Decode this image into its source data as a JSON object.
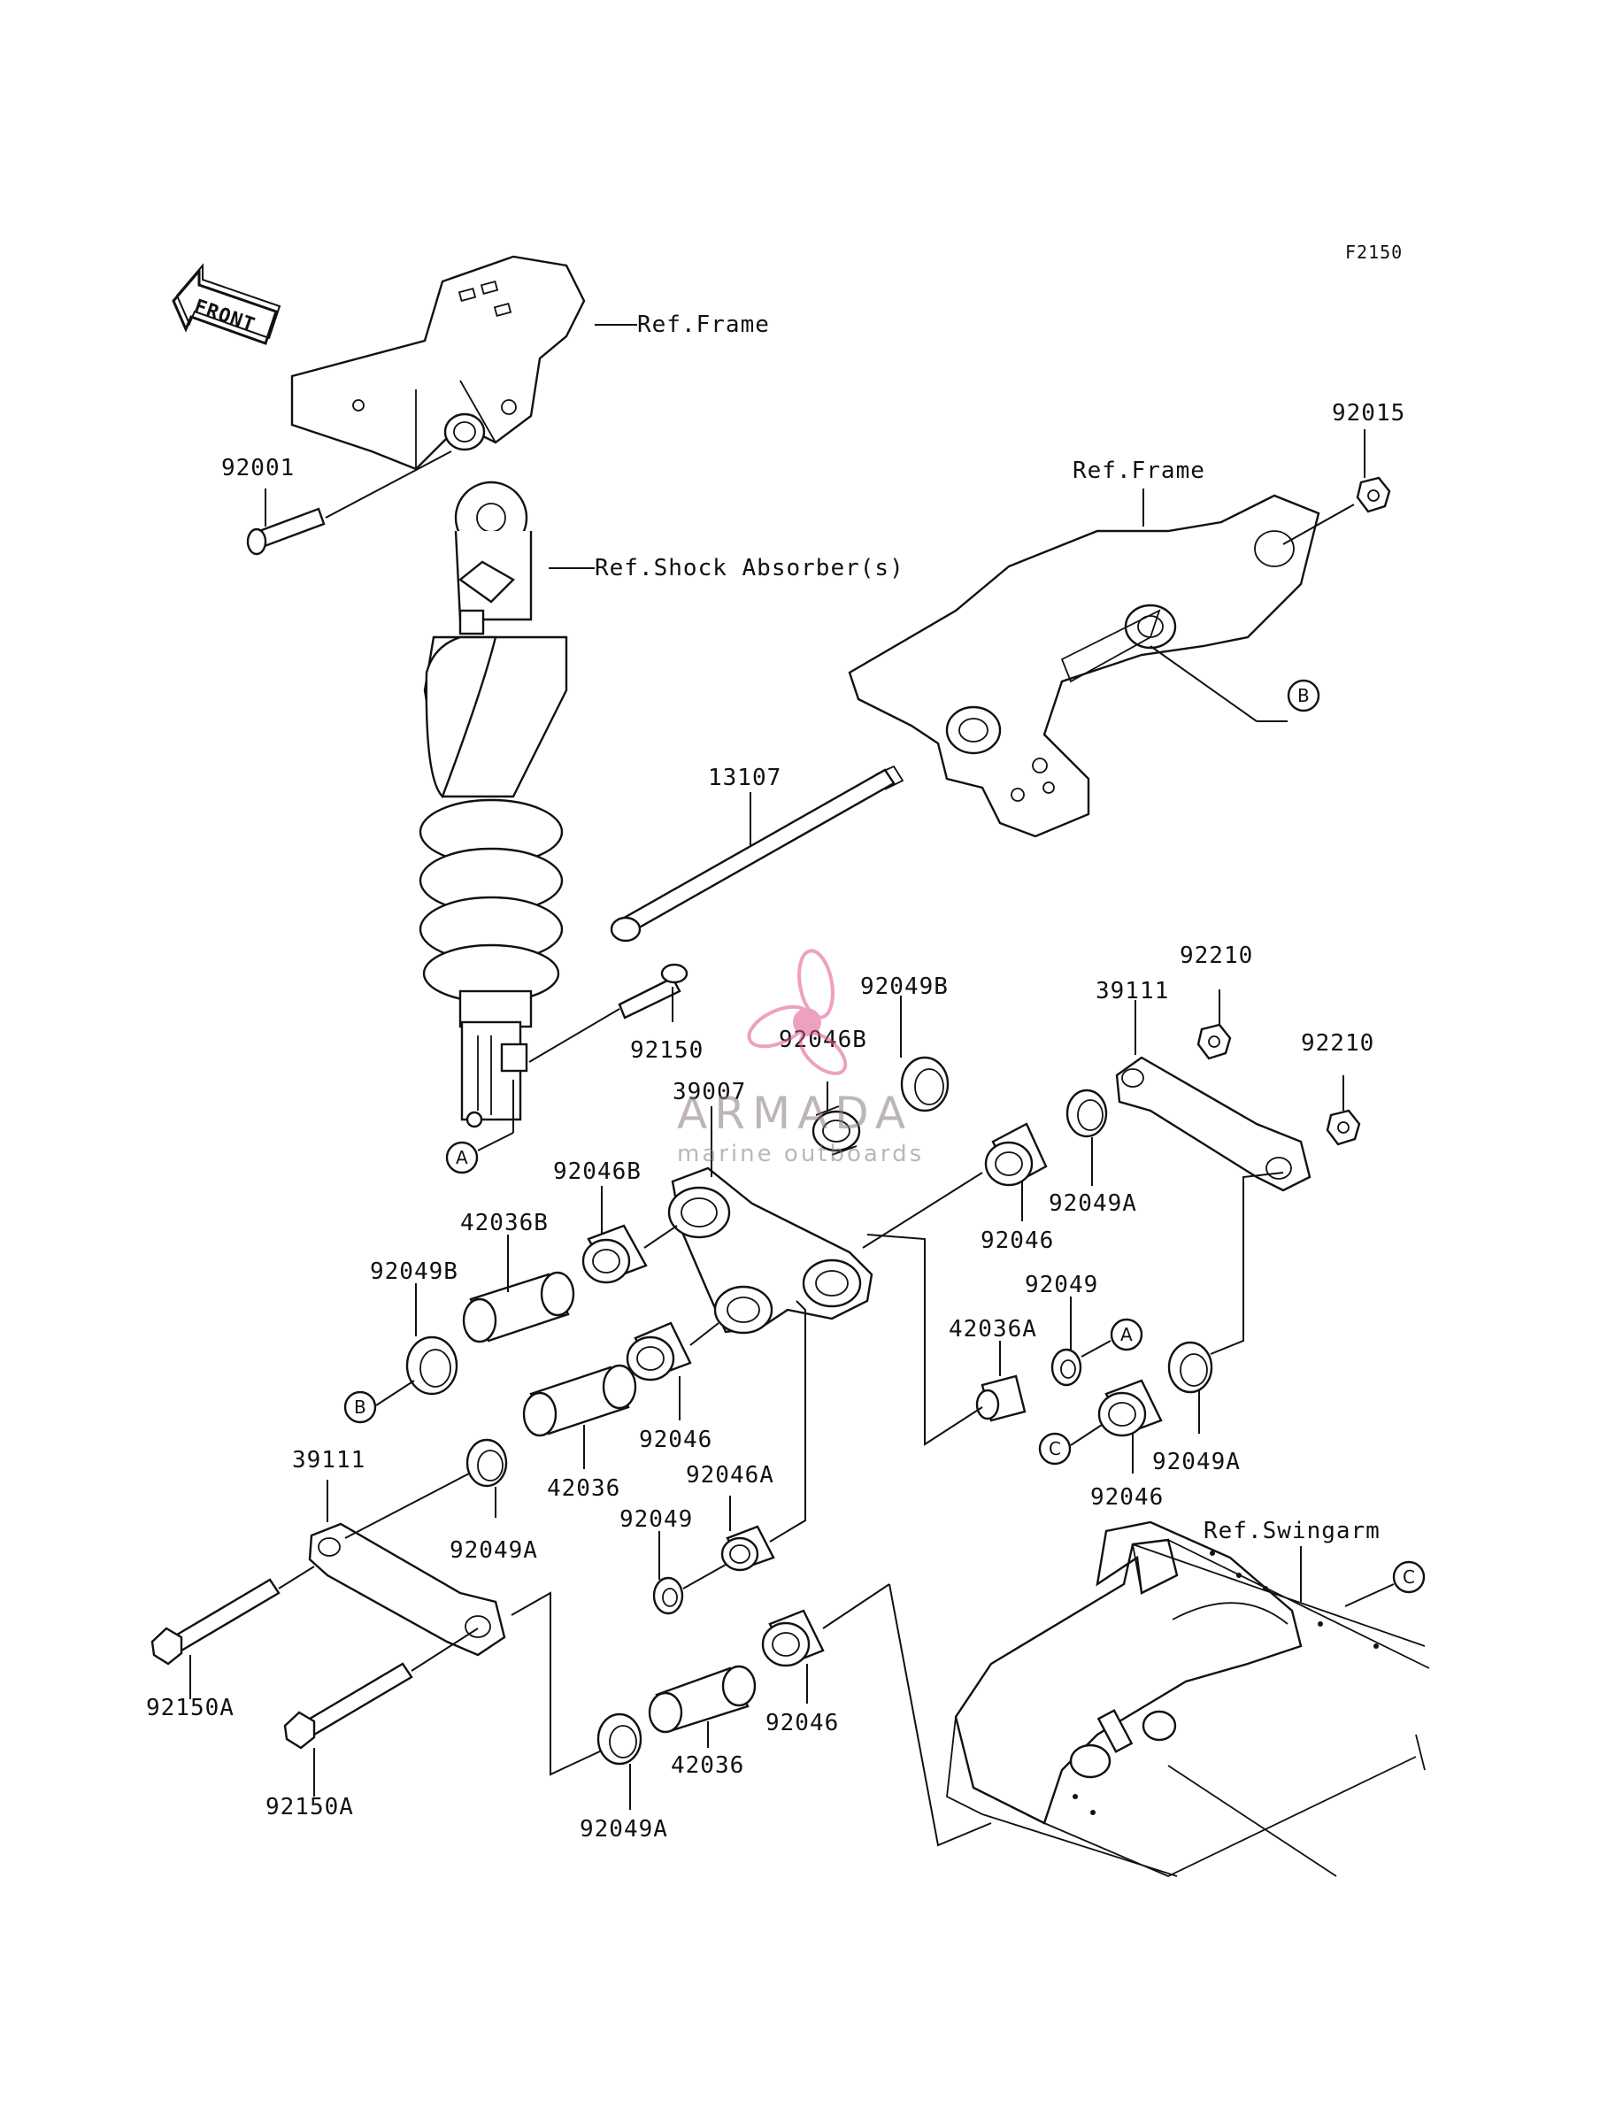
{
  "diagram_code": "F2150",
  "front_arrow_label": "FRONT",
  "watermark": {
    "brand": "ARMADA",
    "tagline": "marine outboards",
    "color": "#e0558f"
  },
  "reference_labels": {
    "frame_top": "Ref.Frame",
    "frame_right": "Ref.Frame",
    "shock_absorber": "Ref.Shock Absorber(s)",
    "swingarm": "Ref.Swingarm"
  },
  "callouts": [
    "A",
    "B",
    "C"
  ],
  "part_labels": {
    "p92001": "92001",
    "p92015": "92015",
    "p13107": "13107",
    "p92150": "92150",
    "p92049B_top": "92049B",
    "p92046B_top": "92046B",
    "p39007": "39007",
    "p92210_a": "92210",
    "p92210_b": "92210",
    "p39111_right": "39111",
    "p92049A_right": "92049A",
    "p92046_right": "92046",
    "p92046B_left": "92046B",
    "p42036B": "42036B",
    "p92049B_left": "92049B",
    "p92049_mid": "92049",
    "p42036A": "42036A",
    "p92046_mid": "92046",
    "p42036_mid": "42036",
    "p92046A": "92046A",
    "p92049_low": "92049",
    "p92049A_farright": "92049A",
    "p92046_farright": "92046",
    "p39111_left": "39111",
    "p92049A_left": "92049A",
    "p92150A_a": "92150A",
    "p92150A_b": "92150A",
    "p42036_low": "42036",
    "p92046_low": "92046",
    "p92049A_low": "92049A"
  }
}
